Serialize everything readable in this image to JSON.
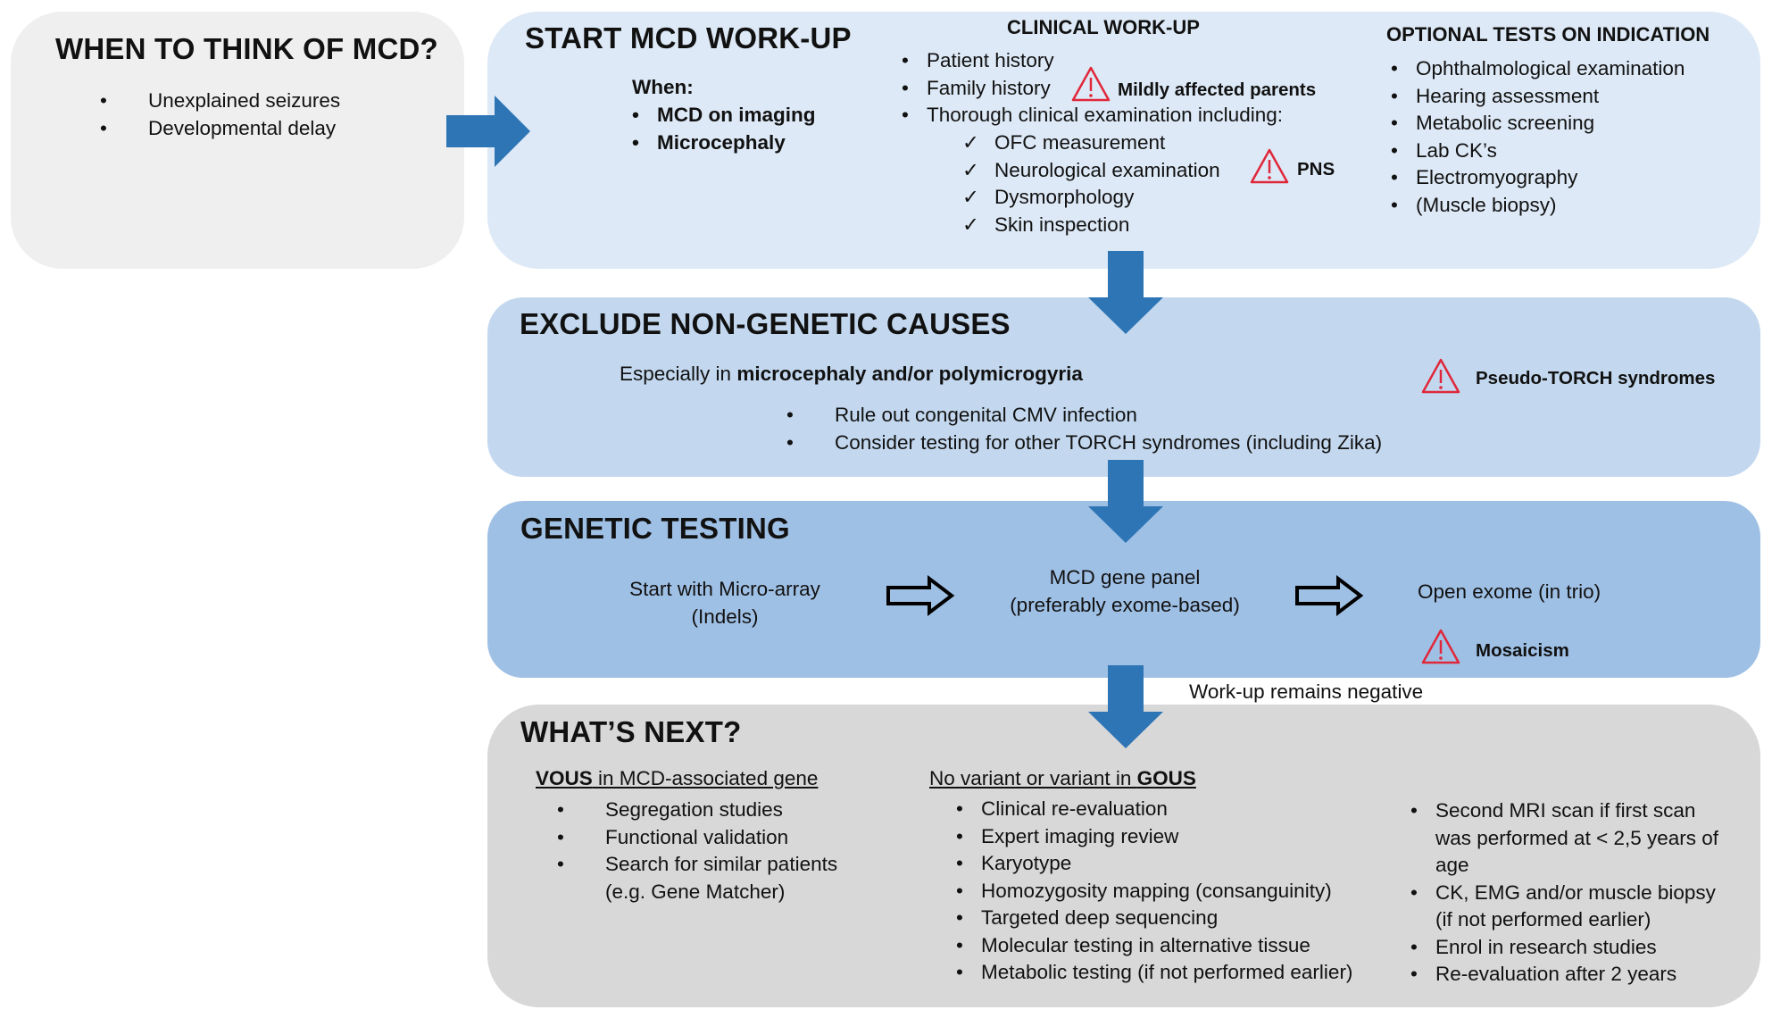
{
  "colors": {
    "left_box": "#efefef",
    "workup_box": "#dde9f6",
    "exclude_box": "#c3d8ef",
    "genetic_box": "#9fc0e5",
    "next_box": "#d8d8d8",
    "arrow_blue": "#2e75b6",
    "warning_red": "#e0273a"
  },
  "when_box": {
    "title": "WHEN TO THINK OF MCD?",
    "items": [
      "Unexplained seizures",
      "Developmental delay"
    ]
  },
  "workup": {
    "title": "START MCD WORK-UP",
    "when_label": "When:",
    "when_items": [
      "MCD on imaging",
      "Microcephaly"
    ],
    "clinical_heading": "CLINICAL WORK-UP",
    "clinical_items": [
      "Patient history",
      "Family history",
      "Thorough clinical examination including:"
    ],
    "exam_items": [
      "OFC measurement",
      "Neurological examination",
      "Dysmorphology",
      "Skin inspection"
    ],
    "warning_parents": "Mildly affected parents",
    "warning_pns": "PNS",
    "optional_heading": "OPTIONAL TESTS ON INDICATION",
    "optional_items": [
      "Ophthalmological examination",
      "Hearing assessment",
      "Metabolic screening",
      "Lab CK’s",
      "Electromyography",
      "(Muscle biopsy)"
    ]
  },
  "exclude": {
    "title": "EXCLUDE NON-GENETIC CAUSES",
    "intro_prefix": "Especially in ",
    "intro_bold": "microcephaly and/or polymicrogyria",
    "items": [
      "Rule out congenital CMV infection",
      "Consider testing for other TORCH syndromes (including Zika)"
    ],
    "warning": "Pseudo-TORCH syndromes"
  },
  "genetic": {
    "title": "GENETIC TESTING",
    "step1_line1": "Start with Micro-array",
    "step1_line2": "(Indels)",
    "step2_line1": "MCD gene panel",
    "step2_line2": "(preferably exome-based)",
    "step3": "Open exome (in trio)",
    "warning": "Mosaicism"
  },
  "arrow_note": "Work-up remains negative",
  "next": {
    "title": "WHAT’S NEXT?",
    "col1_heading_bold": "VOUS",
    "col1_heading_rest": " in MCD-associated gene",
    "col1_items": [
      "Segregation studies",
      "Functional validation",
      "Search for similar patients"
    ],
    "col1_item3_line2": "(e.g. Gene Matcher)",
    "col2_heading_prefix": "No variant or variant in ",
    "col2_heading_bold": "GOUS",
    "col2_items": [
      "Clinical re-evaluation",
      "Expert imaging review",
      "Karyotype",
      "Homozygosity mapping (consanguinity)",
      "Targeted deep sequencing",
      "Molecular testing in alternative tissue",
      "Metabolic testing (if not performed earlier)"
    ],
    "col3_item1_line1": "Second MRI scan if first scan",
    "col3_item1_line2": "was performed at < 2,5 years of",
    "col3_item1_line3": "age",
    "col3_item2_line1": "CK, EMG and/or muscle biopsy",
    "col3_item2_line2": "(if not performed earlier)",
    "col3_item3": "Enrol in research studies",
    "col3_item4": "Re-evaluation after 2 years"
  }
}
